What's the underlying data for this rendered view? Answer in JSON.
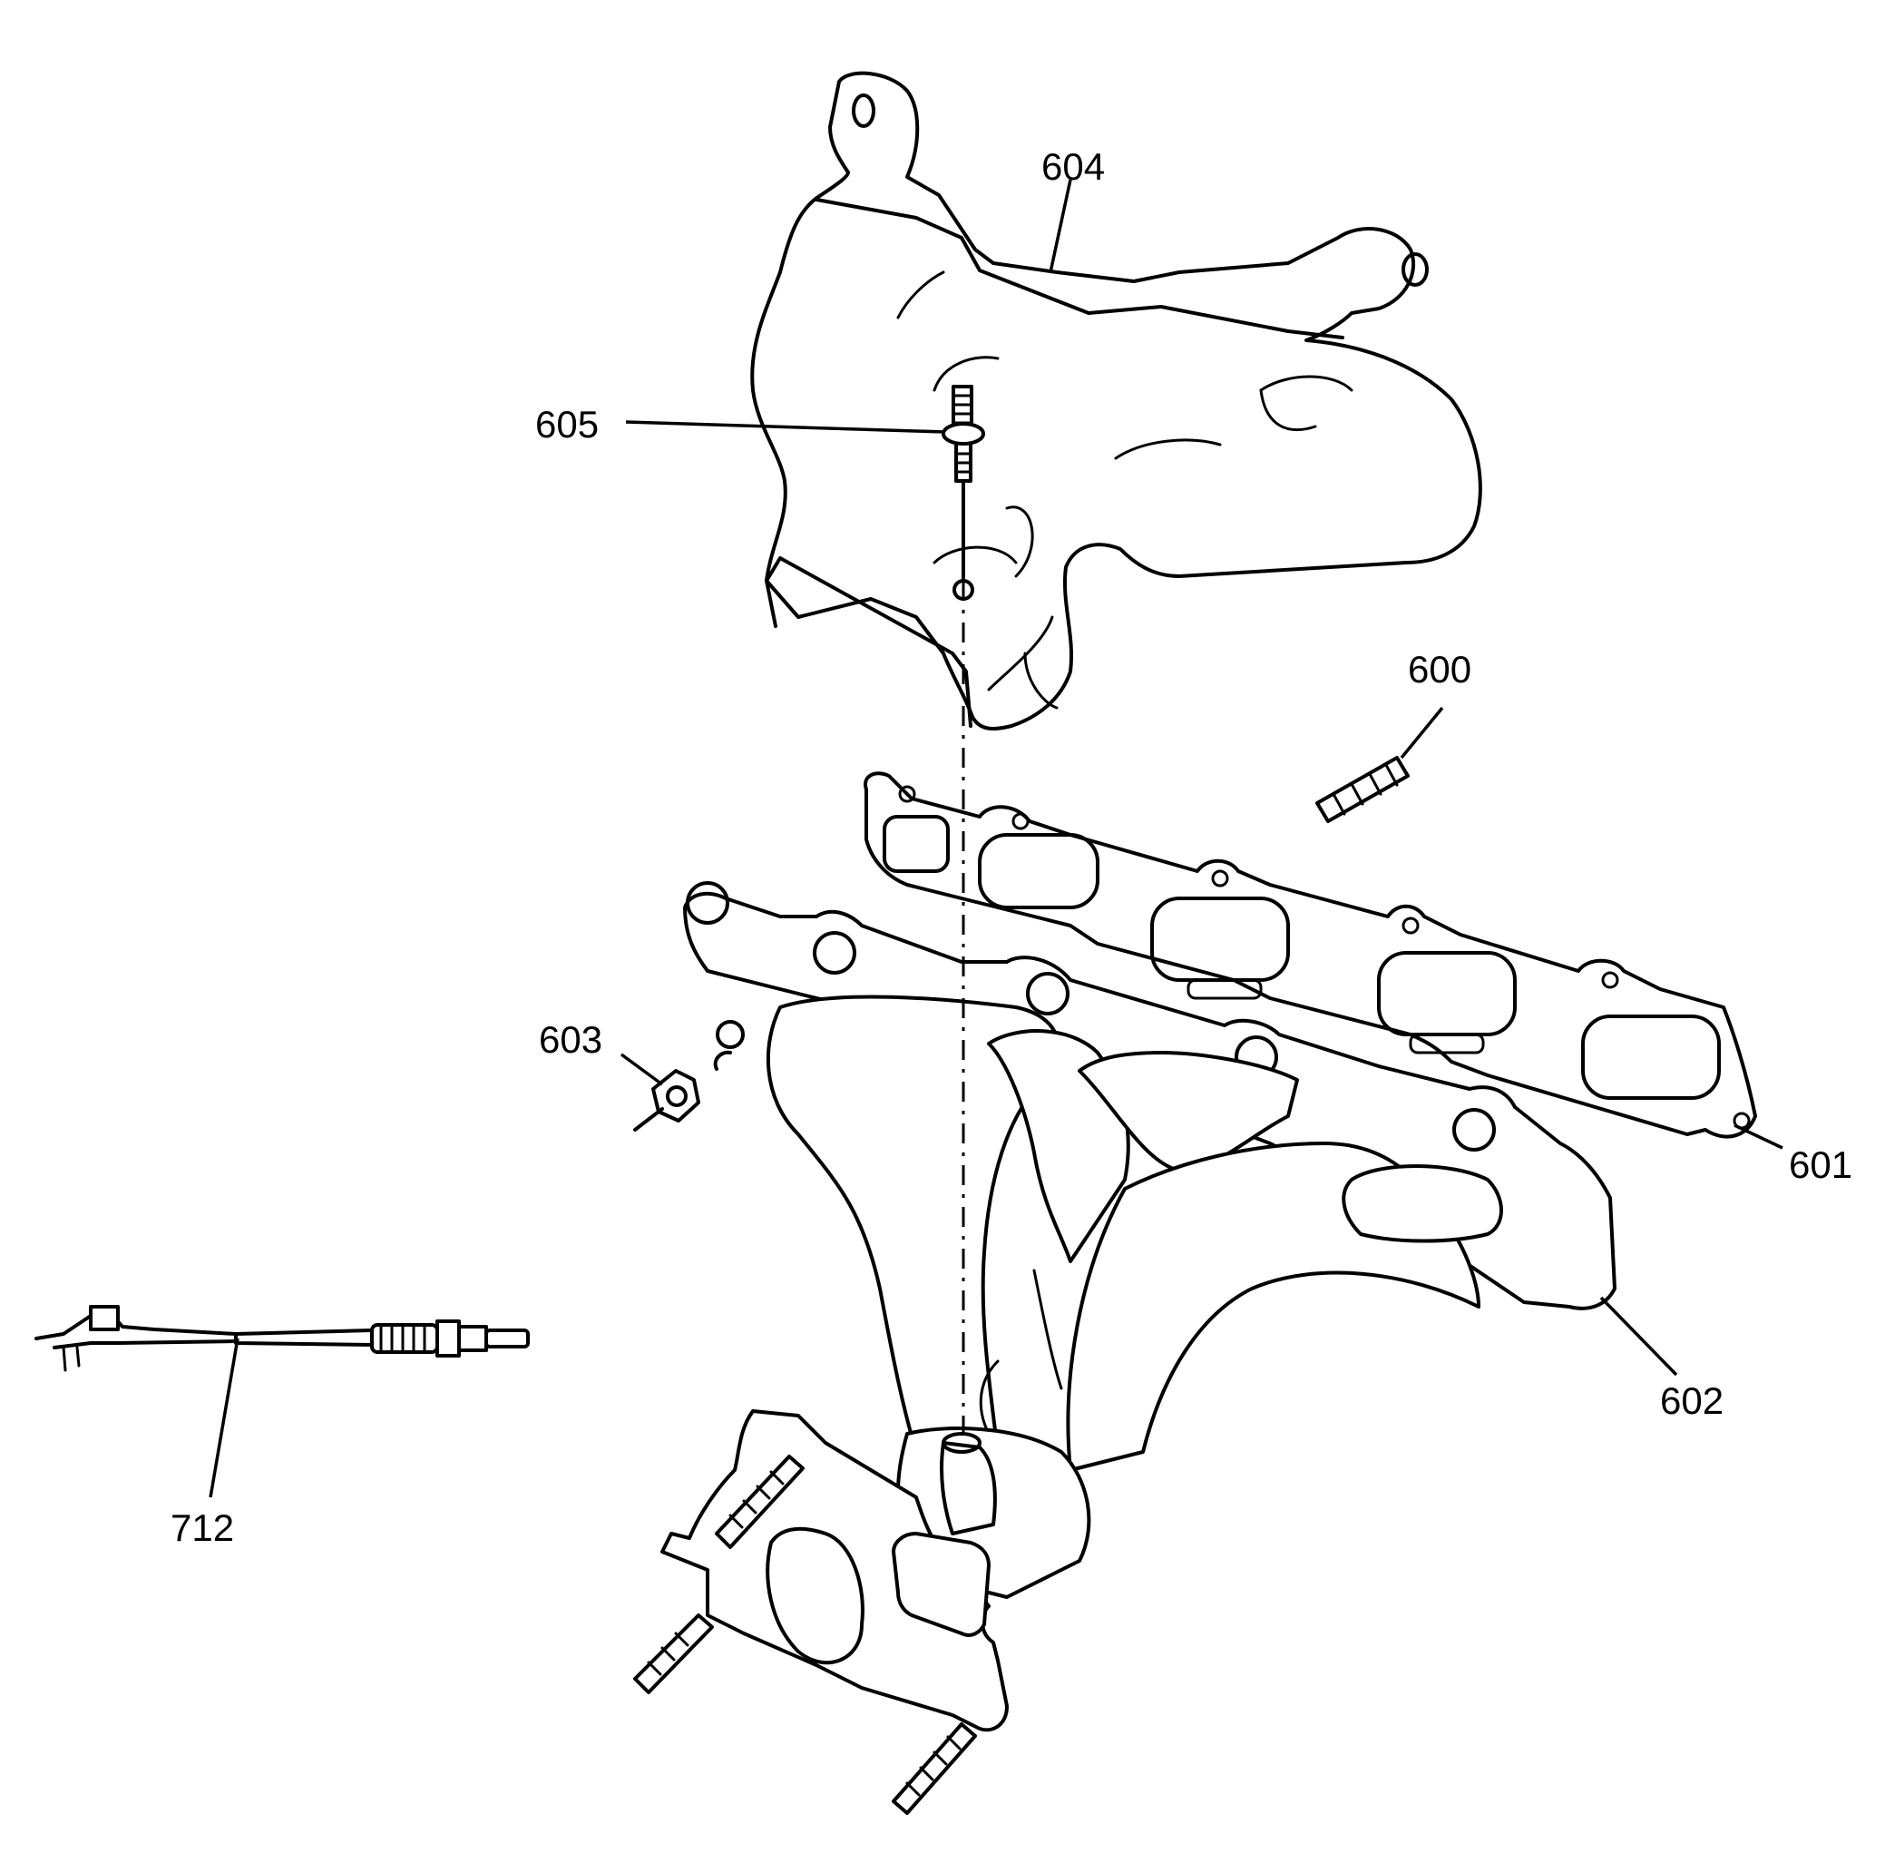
{
  "callouts": {
    "c600": "600",
    "c601": "601",
    "c602": "602",
    "c603": "603",
    "c604": "604",
    "c605": "605",
    "c712": "712"
  }
}
